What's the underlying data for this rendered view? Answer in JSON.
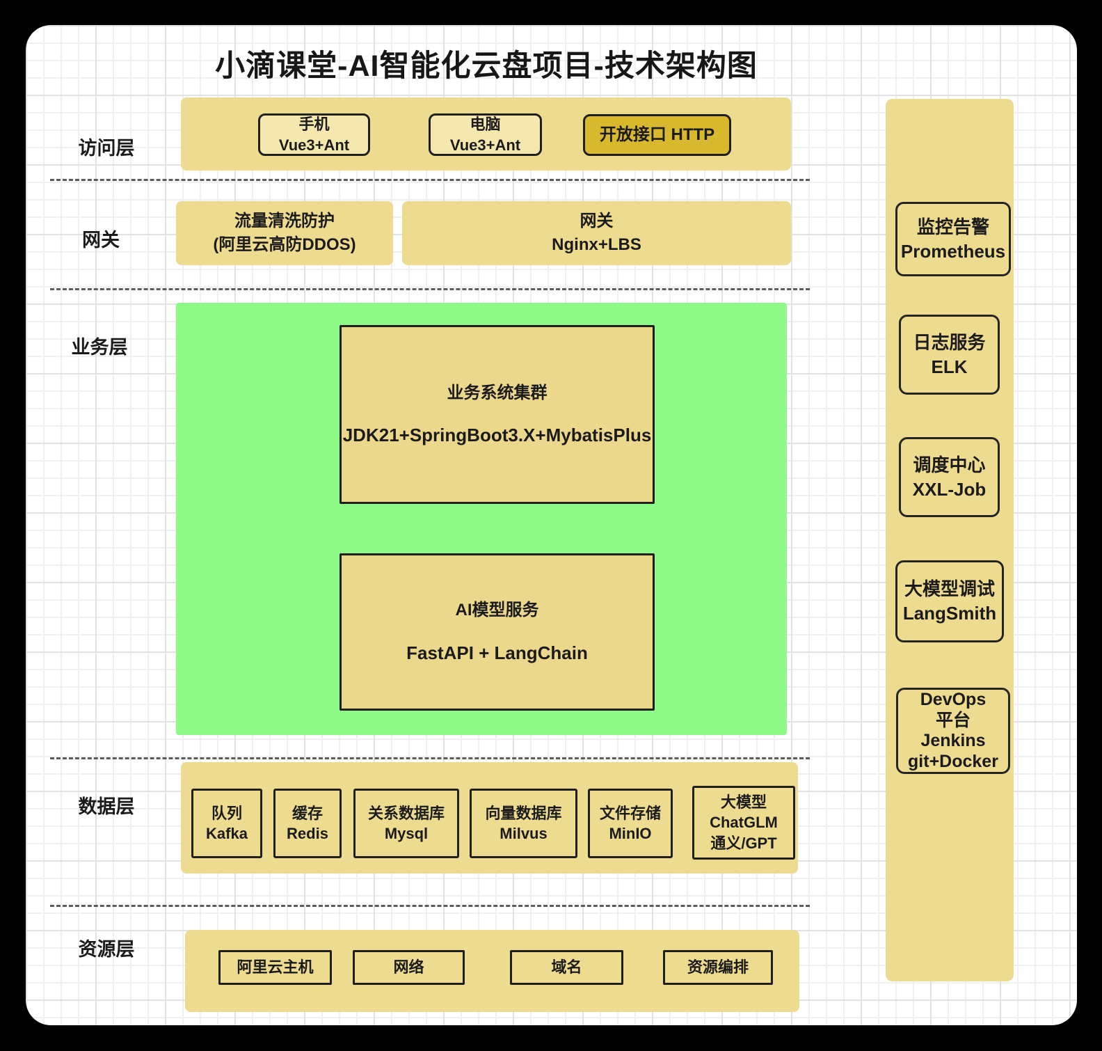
{
  "title": "小滴课堂-AI智能化云盘项目-技术架构图",
  "colors": {
    "outer_bg": "#000000",
    "page_bg": "#ffffff",
    "container_yellow": "#eddc8f",
    "pale_yellow_box": "#f4e8ae",
    "gold_box": "#d8b92d",
    "green_layer": "#8efa88",
    "tan_box": "#ebd88d",
    "border_dark": "#1f1f1f",
    "dashed_divider": "#5c5c5c"
  },
  "access_layer": {
    "label": "访问层",
    "mobile": {
      "line1": "手机",
      "line2": "Vue3+Ant"
    },
    "desktop": {
      "line1": "电脑",
      "line2": "Vue3+Ant"
    },
    "open_api": {
      "line1": "开放接口 HTTP"
    }
  },
  "gateway_layer": {
    "label": "网关",
    "traffic_clean": {
      "line1": "流量清洗防护",
      "line2": "(阿里云高防DDOS)"
    },
    "gateway": {
      "line1": "网关",
      "line2": "Nginx+LBS"
    }
  },
  "business_layer": {
    "label": "业务层",
    "biz_cluster": {
      "line1": "业务系统集群",
      "line2": "JDK21+SpringBoot3.X+MybatisPlus"
    },
    "ai_service": {
      "line1": "AI模型服务",
      "line2": "FastAPI + LangChain"
    }
  },
  "data_layer": {
    "label": "数据层",
    "boxes": [
      {
        "line1": "队列",
        "line2": "Kafka"
      },
      {
        "line1": "缓存",
        "line2": "Redis"
      },
      {
        "line1": "关系数据库",
        "line2": "Mysql"
      },
      {
        "line1": "向量数据库",
        "line2": "Milvus"
      },
      {
        "line1": "文件存储",
        "line2": "MinIO"
      },
      {
        "line1": "大模型",
        "line2": "ChatGLM",
        "line3": "通义/GPT"
      }
    ]
  },
  "resource_layer": {
    "label": "资源层",
    "boxes": [
      {
        "label": "阿里云主机"
      },
      {
        "label": "网络"
      },
      {
        "label": "域名"
      },
      {
        "label": "资源编排"
      }
    ]
  },
  "sidebar": {
    "boxes": [
      {
        "line1": "监控告警",
        "line2": "Prometheus"
      },
      {
        "line1": "日志服务",
        "line2": "ELK"
      },
      {
        "line1": "调度中心",
        "line2": "XXL-Job"
      },
      {
        "line1": "大模型调试",
        "line2": "LangSmith"
      },
      {
        "line1": "DevOps",
        "line2": "平台",
        "line3": "Jenkins",
        "line4": "git+Docker"
      }
    ]
  }
}
